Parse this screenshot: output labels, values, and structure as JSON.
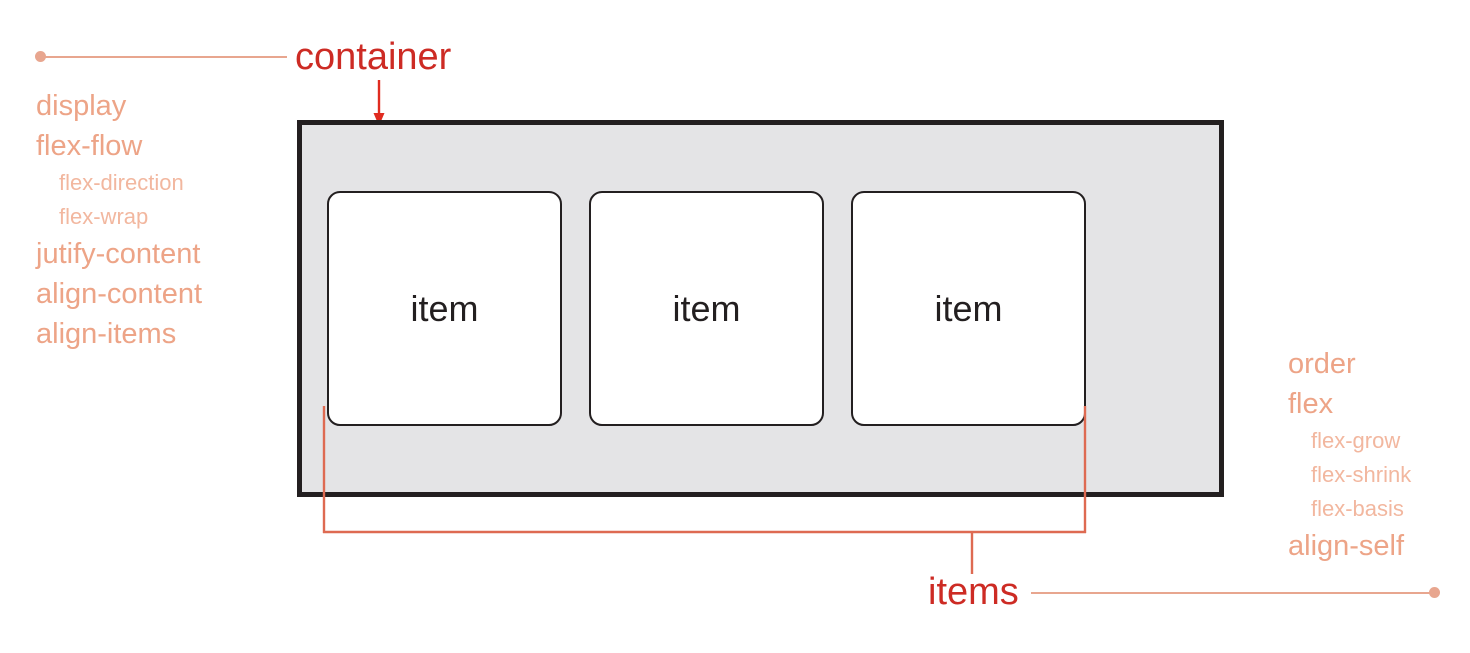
{
  "diagram": {
    "title_container": "container",
    "title_items": "items",
    "container_properties": [
      {
        "name": "display",
        "level": "main"
      },
      {
        "name": "flex-flow",
        "level": "main"
      },
      {
        "name": "flex-direction",
        "level": "sub"
      },
      {
        "name": "flex-wrap",
        "level": "sub"
      },
      {
        "name": "jutify-content",
        "level": "main"
      },
      {
        "name": "align-content",
        "level": "main"
      },
      {
        "name": "align-items",
        "level": "main"
      }
    ],
    "item_properties": [
      {
        "name": "order",
        "level": "main"
      },
      {
        "name": "flex",
        "level": "main"
      },
      {
        "name": "flex-grow",
        "level": "sub"
      },
      {
        "name": "flex-shrink",
        "level": "sub"
      },
      {
        "name": "flex-basis",
        "level": "sub"
      },
      {
        "name": "align-self",
        "level": "main"
      }
    ],
    "items": [
      {
        "label": "item"
      },
      {
        "label": "item"
      },
      {
        "label": "item"
      }
    ],
    "colors": {
      "headline_red": "#cd2b24",
      "property_salmon": "#eda487",
      "property_salmon_light": "#f2b79f",
      "leader_salmon": "#e8a68f",
      "container_fill": "#e4e4e6",
      "container_border": "#231f20",
      "item_fill": "#ffffff",
      "item_border": "#231f20",
      "bracket": "#de6a52",
      "arrow_red": "#e02b20",
      "page_background": "#ffffff"
    }
  }
}
